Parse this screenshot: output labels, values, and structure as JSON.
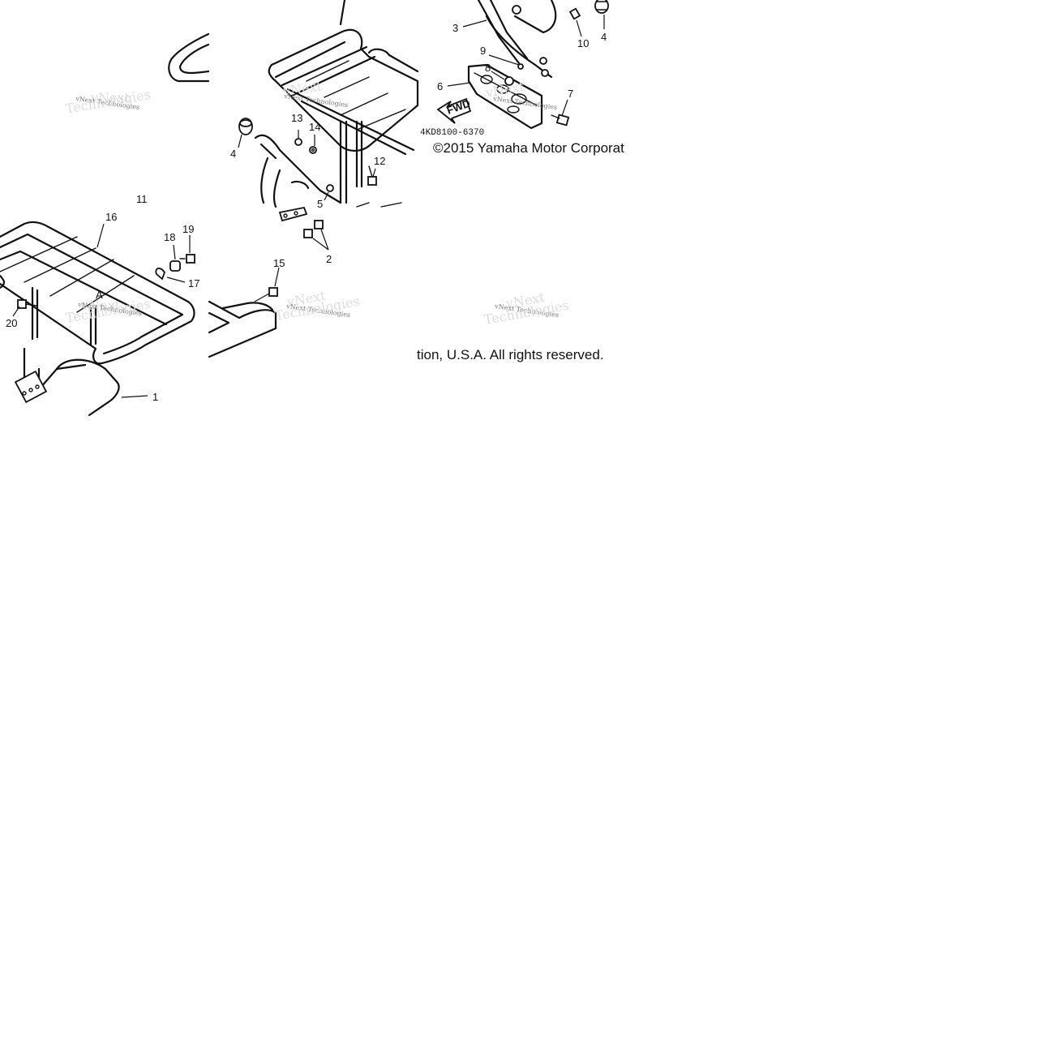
{
  "diagram": {
    "fwd_label": "FWD",
    "arrow_marker": "A",
    "diagram_code": "4KD8100-6370",
    "copyright_part1": "©2015 Yamaha Motor Corporat",
    "copyright_part2": "tion, U.S.A. All rights reserved.",
    "watermarks": [
      "vNext Technologies",
      "vNext Technologies",
      "vNext Technologies",
      "vNext Technologies",
      "vNext Technologies",
      "vNext Technologies"
    ],
    "callouts": [
      "1",
      "2",
      "3",
      "4",
      "4",
      "5",
      "6",
      "7",
      "8",
      "9",
      "10",
      "11",
      "12",
      "13",
      "14",
      "15",
      "16",
      "17",
      "18",
      "19",
      "20"
    ]
  }
}
